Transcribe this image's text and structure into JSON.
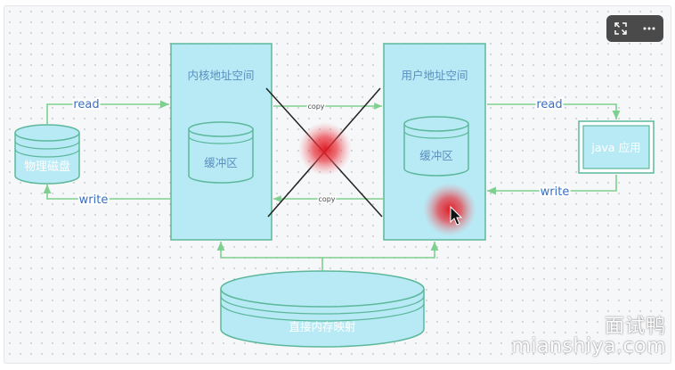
{
  "diagram": {
    "disk_label": "物理磁盘",
    "kernel_space_title": "内核地址空间",
    "kernel_buffer_label": "缓冲区",
    "user_space_title": "用户地址空间",
    "user_buffer_label": "缓冲区",
    "java_app_label": "java 应用",
    "mmap_label": "直接内存映射",
    "read_left": "read",
    "write_left": "write",
    "read_right": "read",
    "write_right": "write",
    "copy_top": "copy",
    "copy_bottom": "copy"
  },
  "watermark": {
    "cn": "面试鸭",
    "en": "mianshiya.com"
  },
  "toolbar": {
    "fullscreen_icon": "expand-icon",
    "more_icon": "more-icon"
  },
  "colors": {
    "box_fill": "#b8eaf6",
    "box_stroke": "#5cb89a",
    "arrow": "#7fd08f",
    "label_blue": "#3a6fc4",
    "cross": "#222222",
    "highlight": "#e8202a"
  }
}
